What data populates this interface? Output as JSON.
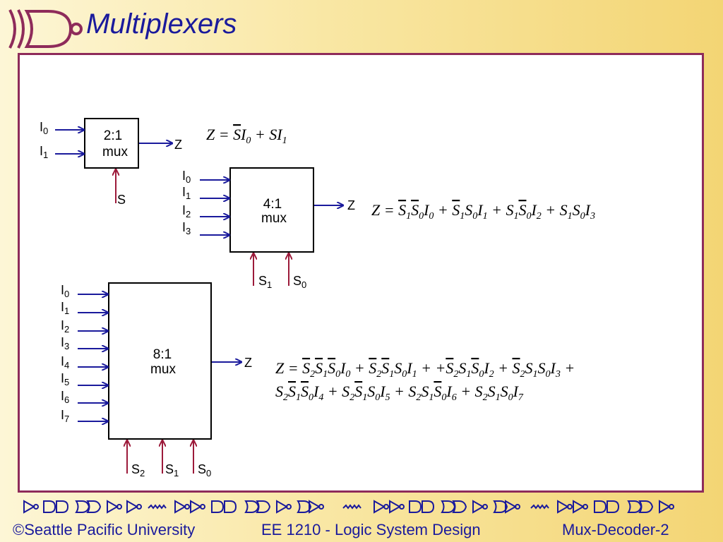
{
  "slide": {
    "title": "Multiplexers",
    "colors": {
      "title": "#1a1a9c",
      "border": "#8e2b5a",
      "input_arrow": "#1a1a9c",
      "select_arrow": "#9c1a3a"
    }
  },
  "mux2": {
    "label_top": "2:1",
    "label_bottom": "mux",
    "inputs": [
      {
        "base": "I",
        "sub": "0"
      },
      {
        "base": "I",
        "sub": "1"
      }
    ],
    "selects": [
      {
        "base": "S",
        "sub": ""
      }
    ],
    "output": "Z"
  },
  "mux4": {
    "label_top": "4:1",
    "label_bottom": "mux",
    "inputs": [
      {
        "base": "I",
        "sub": "0"
      },
      {
        "base": "I",
        "sub": "1"
      },
      {
        "base": "I",
        "sub": "2"
      },
      {
        "base": "I",
        "sub": "3"
      }
    ],
    "selects": [
      {
        "base": "S",
        "sub": "1"
      },
      {
        "base": "S",
        "sub": "0"
      }
    ],
    "output": "Z"
  },
  "mux8": {
    "label_top": "8:1",
    "label_bottom": "mux",
    "inputs": [
      {
        "base": "I",
        "sub": "0"
      },
      {
        "base": "I",
        "sub": "1"
      },
      {
        "base": "I",
        "sub": "2"
      },
      {
        "base": "I",
        "sub": "3"
      },
      {
        "base": "I",
        "sub": "4"
      },
      {
        "base": "I",
        "sub": "5"
      },
      {
        "base": "I",
        "sub": "6"
      },
      {
        "base": "I",
        "sub": "7"
      }
    ],
    "selects": [
      {
        "base": "S",
        "sub": "2"
      },
      {
        "base": "S",
        "sub": "1"
      },
      {
        "base": "S",
        "sub": "0"
      }
    ],
    "output": "Z"
  },
  "equations": {
    "mux2": "Z = S̄I0 + SI1",
    "mux4": "Z = S̄1S̄0I0 + S̄1S0I1 + S1S̄0I2 + S1S0I3",
    "mux8_line1": "Z = S̄2S̄1S̄0I0 + S̄2S̄1S0I1 + +S̄2S1S̄0I2 + S̄2S1S0I3 +",
    "mux8_line2": "S2S̄1S̄0I4 + S2S̄1S0I5 + S2S1S̄0I6 + S2S1S0I7"
  },
  "footer": {
    "copyright": "©Seattle Pacific University",
    "course": "EE 1210 - Logic System Design",
    "slide_id": "Mux-Decoder-2"
  }
}
